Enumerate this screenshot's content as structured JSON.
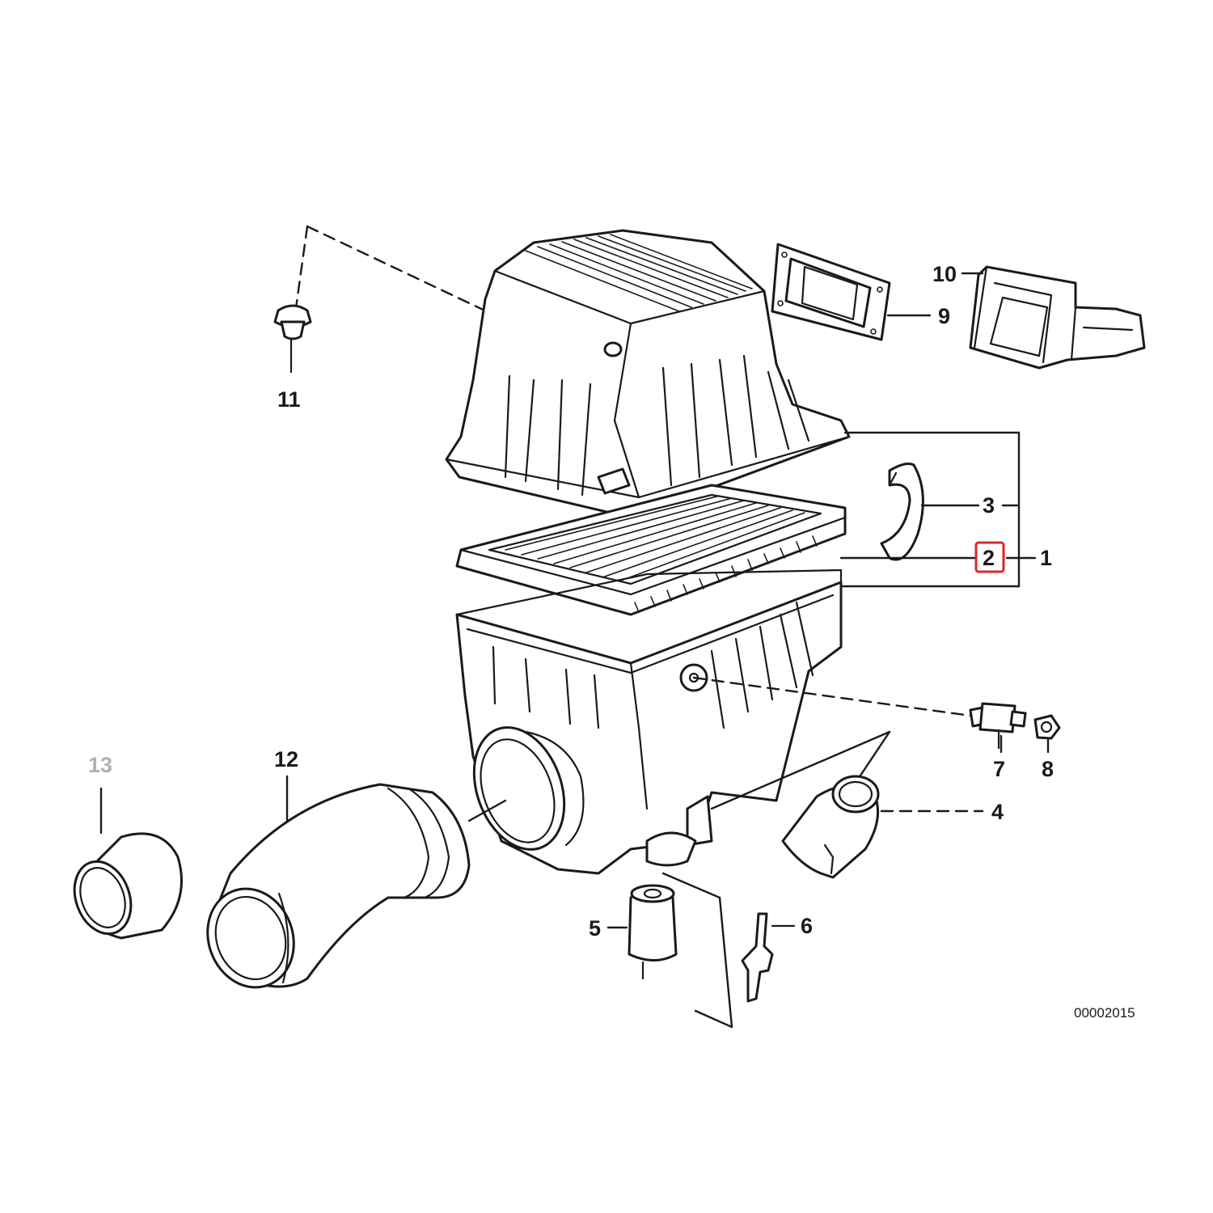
{
  "diagram": {
    "labels": {
      "p1": "1",
      "p2": "2",
      "p3": "3",
      "p4": "4",
      "p5": "5",
      "p6": "6",
      "p7": "7",
      "p8": "8",
      "p9": "9",
      "p10": "10",
      "p11": "11",
      "p12": "12",
      "p13": "13"
    },
    "highlighted_part": "2",
    "highlight_color": "#d42a2a",
    "faded_label_color": "#b0b0b0",
    "document_number": "00002015"
  }
}
